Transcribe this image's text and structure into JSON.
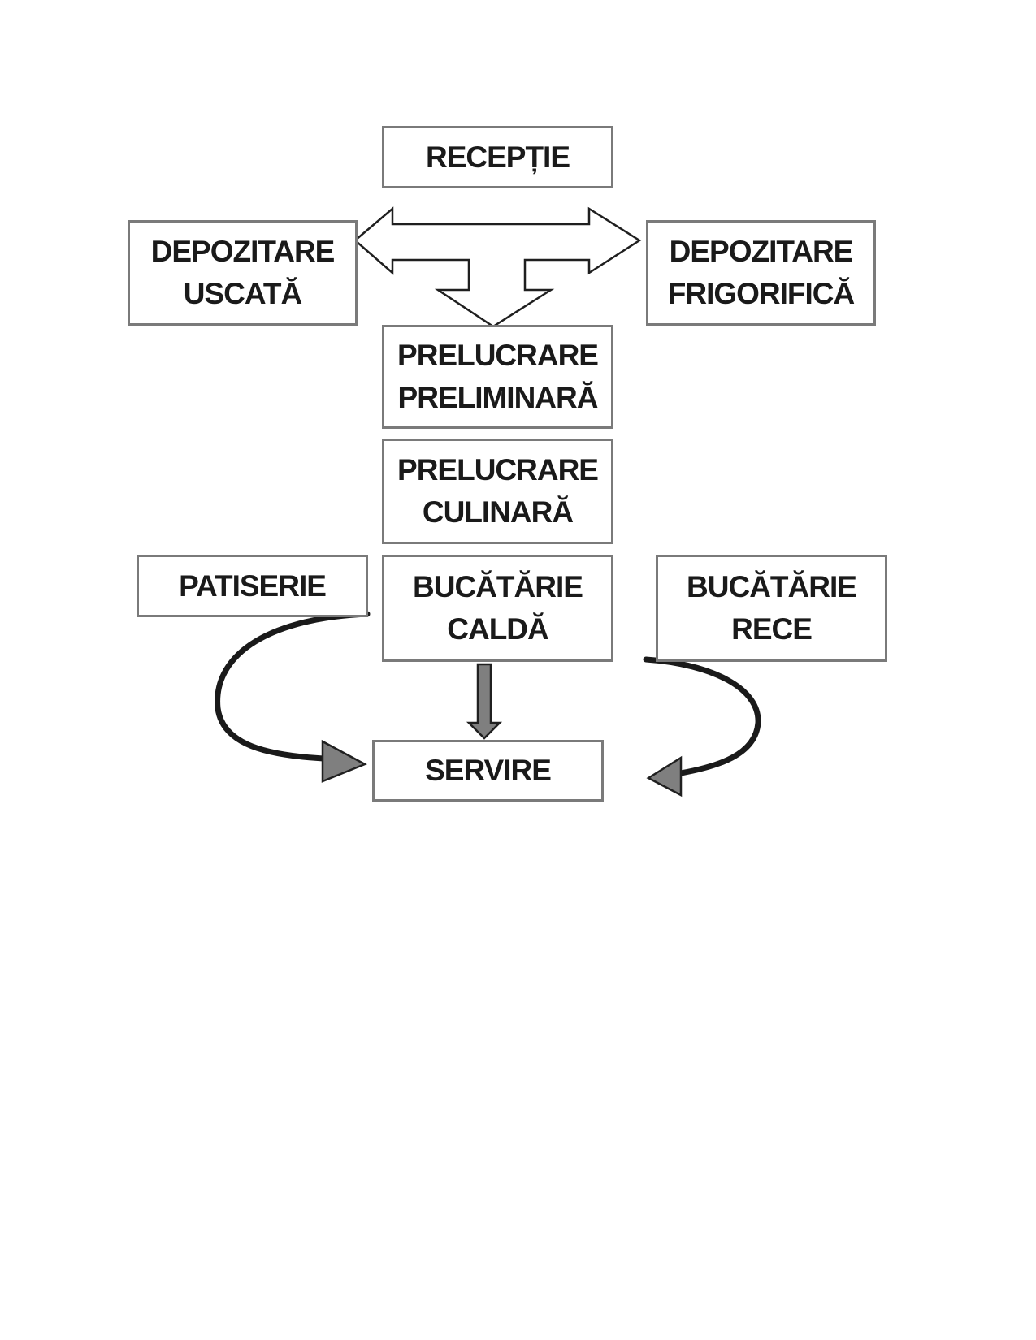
{
  "diagram": {
    "colors": {
      "box_border": "#7a7a7a",
      "text": "#1a1a1a",
      "arrow_fill": "#7f7f7f",
      "arrow_outline": "#202020",
      "curve": "#1a1a1a"
    },
    "nodes": {
      "receptie": {
        "lines": [
          "RECEPȚIE"
        ]
      },
      "depozitare_uscata": {
        "lines": [
          "DEPOZITARE",
          "USCATĂ"
        ]
      },
      "depozitare_frigorifica": {
        "lines": [
          "DEPOZITARE",
          "FRIGORIFICĂ"
        ]
      },
      "prelucrare_preliminara": {
        "lines": [
          "PRELUCRARE",
          "PRELIMINARĂ"
        ]
      },
      "prelucrare_culinara": {
        "lines": [
          "PRELUCRARE",
          "CULINARĂ"
        ]
      },
      "patiserie": {
        "lines": [
          "PATISERIE"
        ]
      },
      "bucatarie_calda": {
        "lines": [
          "BUCĂTĂRIE",
          "CALDĂ"
        ]
      },
      "bucatarie_rece": {
        "lines": [
          "BUCĂTĂRIE",
          "RECE"
        ]
      },
      "servire": {
        "lines": [
          "SERVIRE"
        ]
      }
    },
    "edges": [
      {
        "from": "receptie",
        "to": "depozitare_uscata",
        "style": "hollow-block-arrow"
      },
      {
        "from": "receptie",
        "to": "depozitare_frigorifica",
        "style": "hollow-block-arrow"
      },
      {
        "from": "receptie",
        "to": "prelucrare_preliminara",
        "style": "hollow-block-arrow"
      },
      {
        "from": "bucatarie_calda",
        "to": "servire",
        "style": "filled-straight-arrow"
      },
      {
        "from": "patiserie",
        "to": "servire",
        "style": "curved-arrow"
      },
      {
        "from": "bucatarie_rece",
        "to": "servire",
        "style": "curved-arrow"
      }
    ]
  }
}
